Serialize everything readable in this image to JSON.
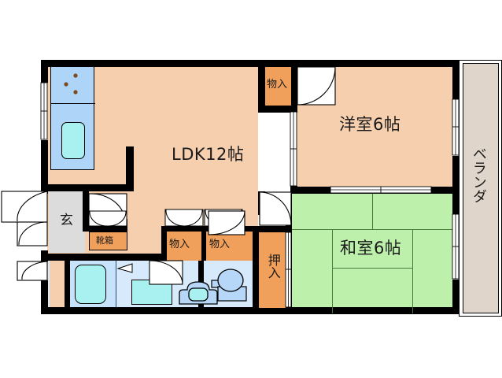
{
  "document": {
    "kind": "floor-plan",
    "language": "ja",
    "layout_type": "2LDK",
    "background_color": "#ffffff",
    "wall_color": "#000000"
  },
  "palette": {
    "living_floor": "#f5cfae",
    "tatami_floor": "#bdf0ab",
    "water_floor": "#d7eafc",
    "water_fixture": "#b6d7f7",
    "tub_water": "#b0f0f0",
    "kitchen_counter": "#aed4f7",
    "closet_fill": "#f0a05a",
    "genkan_fill": "#dcdcdc",
    "balcony_fill": "#e0d5ca",
    "door_white": "#ffffff"
  },
  "rooms": [
    {
      "id": "ldk",
      "label": "LDK12帖",
      "romaji": "LDK 12 jo",
      "floor": "living_floor",
      "font_size": 21
    },
    {
      "id": "western-room",
      "label": "洋室6帖",
      "romaji": "Yoshitsu 6 jo",
      "floor": "living_floor",
      "font_size": 21
    },
    {
      "id": "japanese-room",
      "label": "和室6帖",
      "romaji": "Washitsu 6 jo",
      "floor": "tatami_floor",
      "font_size": 21
    },
    {
      "id": "balcony",
      "label": "ベランダ",
      "romaji": "Veranda",
      "floor": "balcony_fill",
      "font_size": 18,
      "orientation": "vertical"
    },
    {
      "id": "genkan",
      "label": "玄",
      "romaji": "Genkan",
      "floor": "genkan_fill",
      "font_size": 17
    }
  ],
  "storage": [
    {
      "id": "closet-top",
      "label": "物入",
      "font_size": 13,
      "orientation": "horizontal"
    },
    {
      "id": "closet-left",
      "label": "物入",
      "font_size": 13,
      "orientation": "horizontal"
    },
    {
      "id": "closet-right",
      "label": "物入",
      "font_size": 13,
      "orientation": "horizontal"
    },
    {
      "id": "oshiire",
      "label": "押入",
      "font_size": 16,
      "orientation": "vertical"
    },
    {
      "id": "shoe-box",
      "label": "靴箱",
      "font_size": 11,
      "orientation": "horizontal"
    }
  ],
  "fixtures": [
    {
      "id": "stove",
      "name": "gas-stove-icon",
      "burners": 3
    },
    {
      "id": "kitchen-sink",
      "name": "kitchen-sink-icon"
    },
    {
      "id": "bathtub",
      "name": "bathtub-icon"
    },
    {
      "id": "washer-pan",
      "name": "washing-machine-icon"
    },
    {
      "id": "wash-basin",
      "name": "wash-basin-icon"
    },
    {
      "id": "toilet",
      "name": "toilet-icon"
    }
  ],
  "openings": [
    {
      "id": "entrance-door",
      "name": "entrance-door-icon",
      "type": "swing"
    },
    {
      "id": "genkan-inner-door",
      "name": "interior-door-icon",
      "type": "swing"
    },
    {
      "id": "bath-door",
      "name": "bath-door-icon",
      "type": "swing"
    },
    {
      "id": "toilet-door",
      "name": "toilet-door-icon",
      "type": "swing"
    },
    {
      "id": "western-room-door",
      "name": "interior-door-icon",
      "type": "swing"
    },
    {
      "id": "closet-top-door",
      "name": "closet-door-icon",
      "type": "swing"
    },
    {
      "id": "japanese-room-door",
      "name": "sliding-door-icon",
      "type": "sliding"
    },
    {
      "id": "balcony-window-top",
      "name": "sliding-window-icon",
      "type": "sliding"
    },
    {
      "id": "balcony-window-bot",
      "name": "sliding-window-icon",
      "type": "sliding"
    },
    {
      "id": "kitchen-window",
      "name": "sliding-window-icon",
      "type": "sliding"
    },
    {
      "id": "bath-window",
      "name": "sliding-window-icon",
      "type": "sliding"
    }
  ]
}
